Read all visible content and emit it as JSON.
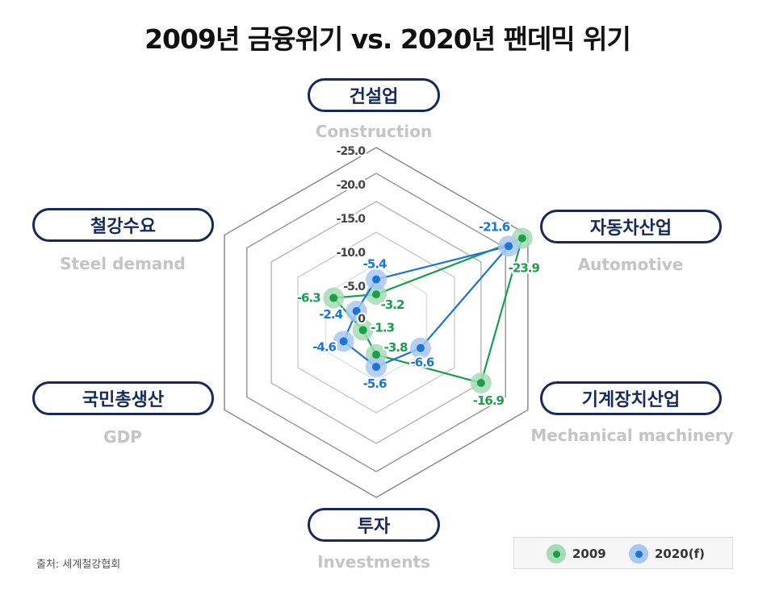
{
  "title": "2009년 금융위기 vs. 2020년 팬데믹 위기",
  "source": "출처: 세계철강협회",
  "chart_data": {
    "type": "radar",
    "title": "2009년 금융위기 vs. 2020년 팬데믹 위기",
    "axes": [
      {
        "ko": "건설업",
        "en": "Construction"
      },
      {
        "ko": "자동차산업",
        "en": "Automotive"
      },
      {
        "ko": "기계장치산업",
        "en": "Mechanical machinery"
      },
      {
        "ko": "투자",
        "en": "Investments"
      },
      {
        "ko": "국민총생산",
        "en": "GDP"
      },
      {
        "ko": "철강수요",
        "en": "Steel demand"
      }
    ],
    "scale_ticks": [
      "0",
      "-5.0",
      "-10.0",
      "-15.0",
      "-20.0",
      "-25.0"
    ],
    "range": [
      0,
      -25
    ],
    "series": [
      {
        "name": "2009",
        "color": "#18a049",
        "halo": "#a6dbb5",
        "values": [
          -3.2,
          -23.9,
          -16.9,
          -3.8,
          -1.3,
          -6.3
        ],
        "labels": [
          "-3.2",
          "-23.9",
          "-16.9",
          "-3.8",
          "-1.3",
          "-6.3"
        ]
      },
      {
        "name": "2020(f)",
        "color": "#1a74db",
        "halo": "#a8c8f0",
        "values": [
          -5.4,
          -21.6,
          -6.6,
          -5.6,
          -4.6,
          -2.4
        ],
        "labels": [
          "-5.4",
          "-21.6",
          "-6.6",
          "-5.6",
          "-4.6",
          "-2.4"
        ]
      }
    ],
    "legend": "bottom-right"
  }
}
